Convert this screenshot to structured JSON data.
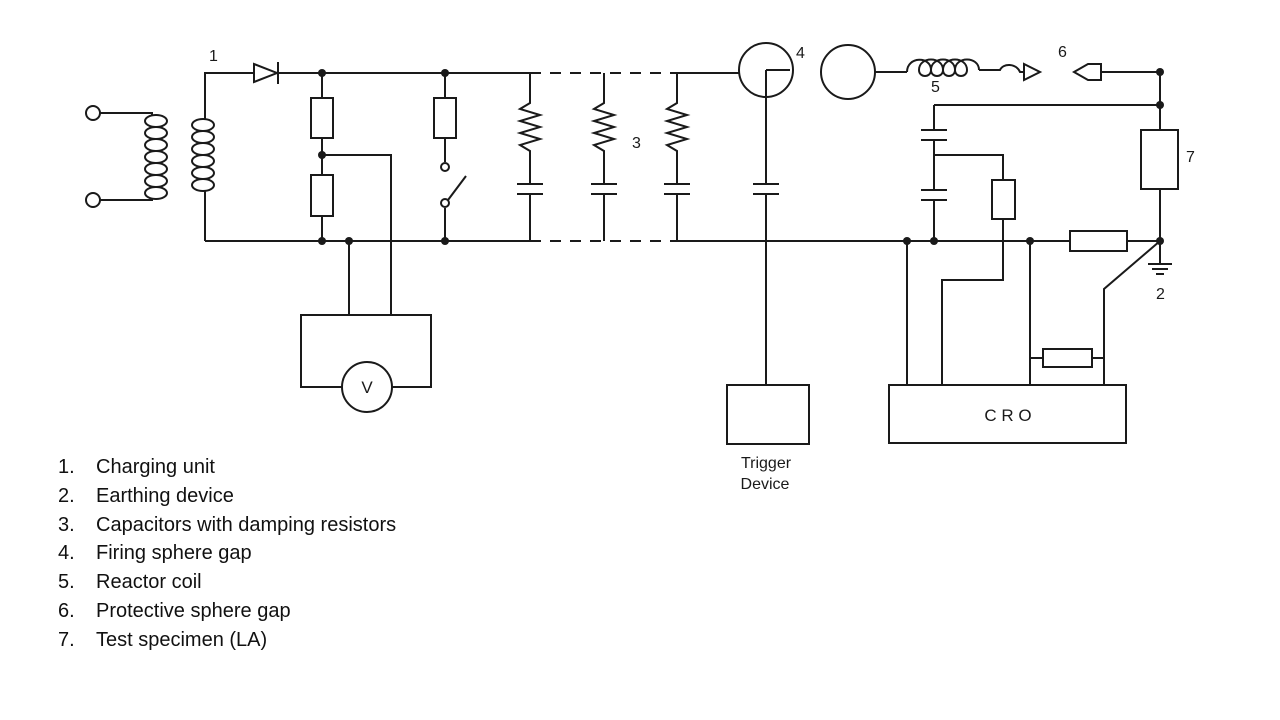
{
  "diagram": {
    "labels": {
      "n1": "1",
      "n2": "2",
      "n3": "3",
      "n4": "4",
      "n5": "5",
      "n6": "6",
      "n7": "7",
      "voltmeter": "V",
      "trigger_line1": "Trigger",
      "trigger_line2": "Device",
      "cro": "C R O"
    }
  },
  "legend": [
    {
      "num": "1.",
      "text": "Charging unit"
    },
    {
      "num": "2.",
      "text": "Earthing device"
    },
    {
      "num": "3.",
      "text": "Capacitors with damping resistors"
    },
    {
      "num": "4.",
      "text": "Firing sphere gap"
    },
    {
      "num": "5.",
      "text": "Reactor coil"
    },
    {
      "num": "6.",
      "text": "Protective sphere gap"
    },
    {
      "num": "7.",
      "text": "Test specimen (LA)"
    }
  ]
}
